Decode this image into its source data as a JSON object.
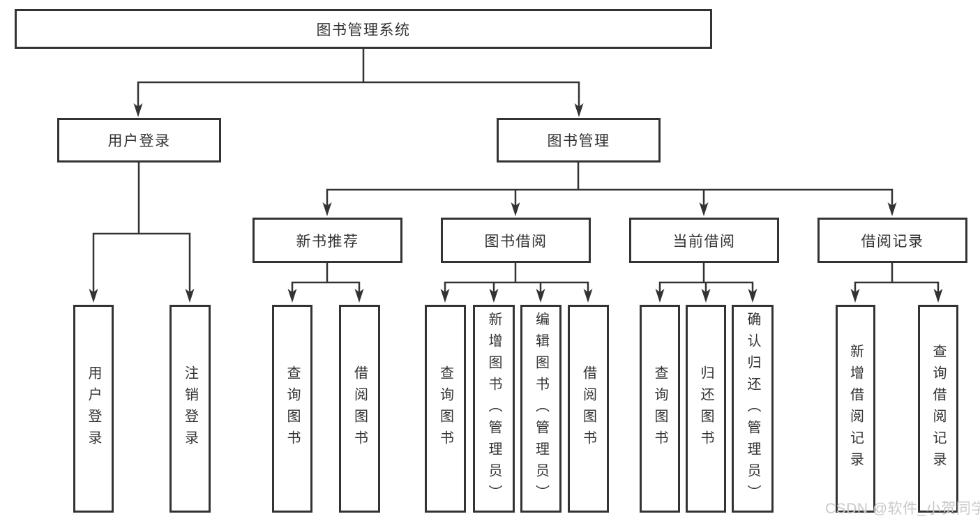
{
  "colors": {
    "line": "#333333",
    "text": "#333333",
    "node_bg": "#ffffff",
    "watermark": "#c9c9c9",
    "page_bg": "#ffffff"
  },
  "tree": {
    "root": {
      "label": "图书管理系统",
      "children": [
        {
          "label": "用户登录",
          "children": [
            {
              "label": "用户登录"
            },
            {
              "label": "注销登录"
            }
          ]
        },
        {
          "label": "图书管理",
          "children": [
            {
              "label": "新书推荐",
              "children": [
                {
                  "label": "查询图书"
                },
                {
                  "label": "借阅图书"
                }
              ]
            },
            {
              "label": "图书借阅",
              "children": [
                {
                  "label": "查询图书"
                },
                {
                  "label": "新增图书（管理员）"
                },
                {
                  "label": "编辑图书（管理员）"
                },
                {
                  "label": "借阅图书"
                }
              ]
            },
            {
              "label": "当前借阅",
              "children": [
                {
                  "label": "查询图书"
                },
                {
                  "label": "归还图书"
                },
                {
                  "label": "确认归还（管理员）"
                }
              ]
            },
            {
              "label": "借阅记录",
              "children": [
                {
                  "label": "新增借阅记录"
                },
                {
                  "label": "查询借阅记录"
                }
              ]
            }
          ]
        }
      ]
    }
  },
  "watermark": {
    "text": "CSDN @软件_小贺同学"
  }
}
